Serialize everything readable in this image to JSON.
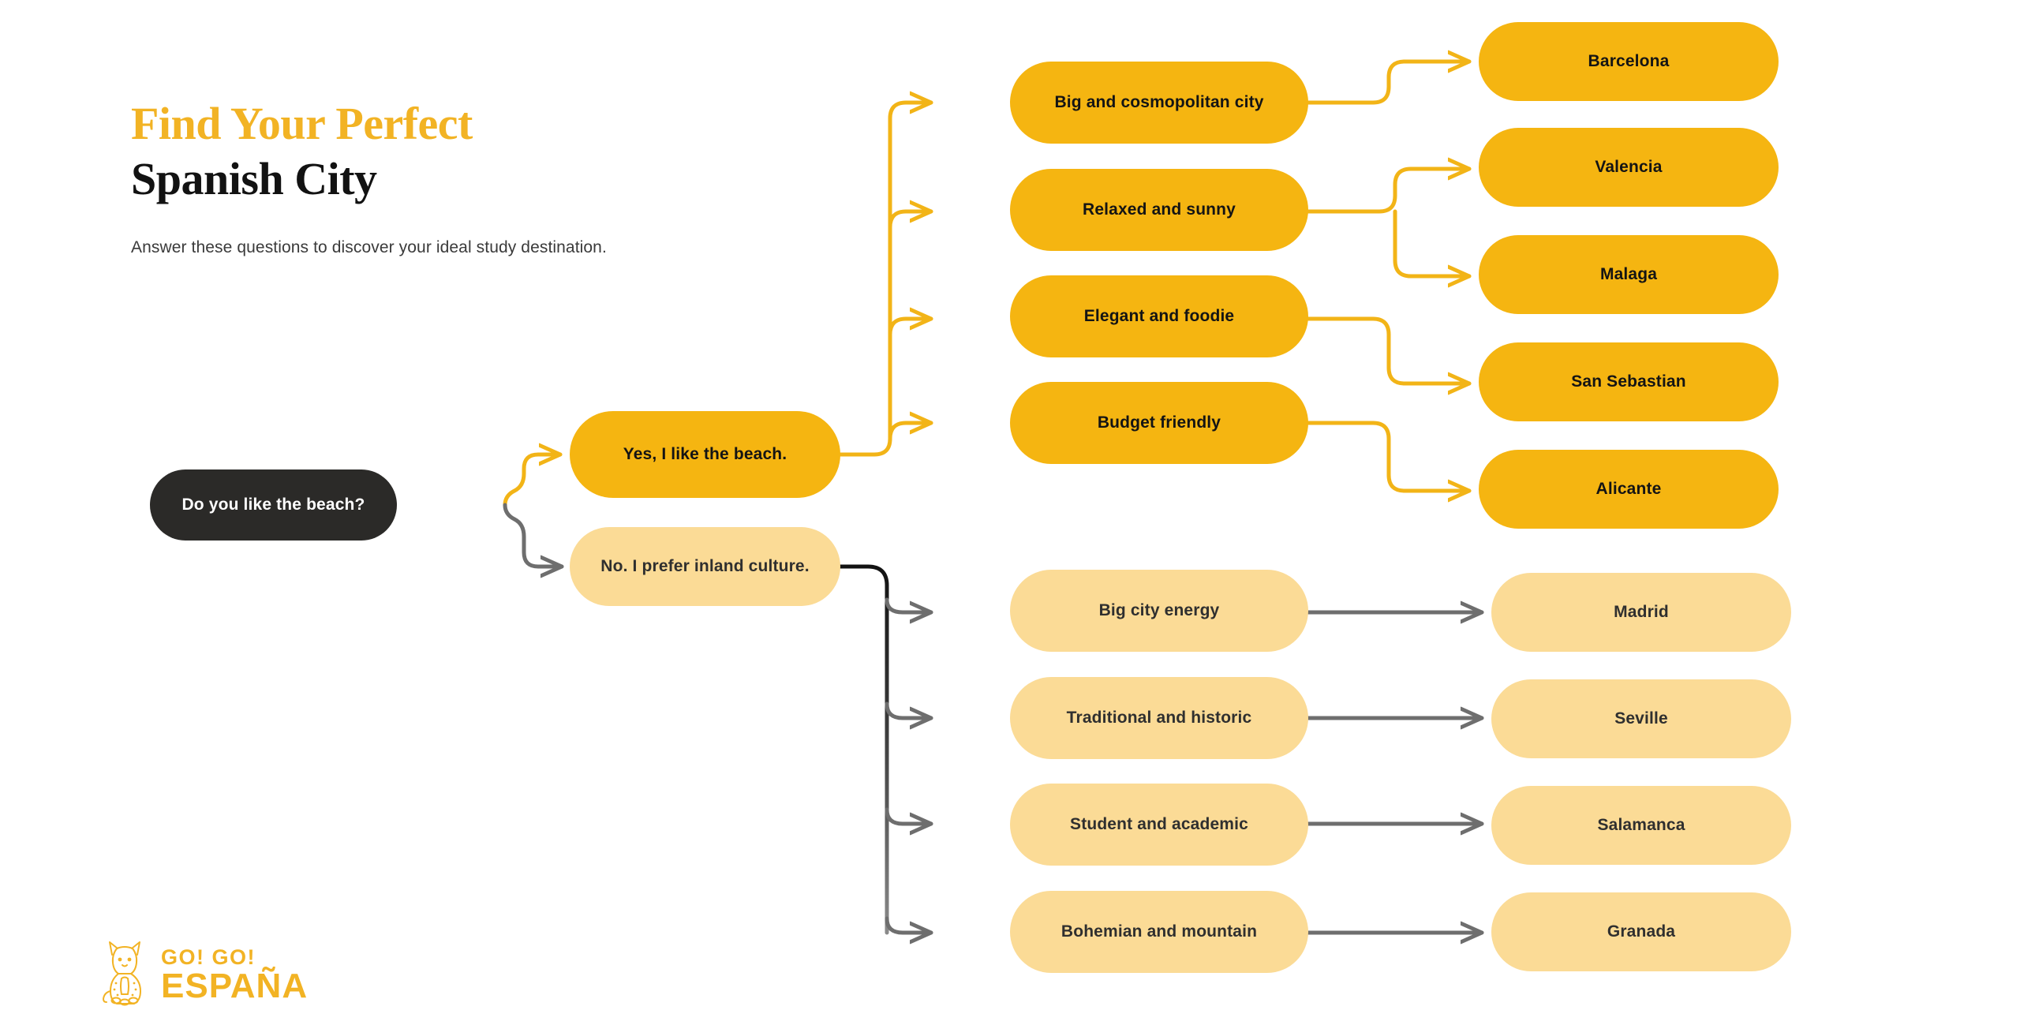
{
  "header": {
    "title_line1": "Find Your Perfect",
    "title_line2": "Spanish City",
    "subtitle": "Answer these questions to discover your ideal study destination."
  },
  "colors": {
    "brand_amber": "#F5B511",
    "title_gold": "#F2B324",
    "peach": "#FBDB96",
    "root_dark": "#2B2A28",
    "wire_amber": "#F2B417",
    "wire_gray": "#6E6E6E",
    "wire_dark": "#141414",
    "text_dark": "#141414",
    "background": "#FFFFFF"
  },
  "flowchart": {
    "type": "decision-tree",
    "root": {
      "id": "root",
      "label": "Do you like the beach?",
      "style": "dark"
    },
    "branches": [
      {
        "id": "branch-beach-yes",
        "label": "Yes, I like the beach.",
        "style": "amber",
        "wire": "amber",
        "options": [
          {
            "id": "opt-big-cosmopolitan",
            "label": "Big and cosmopolitan city",
            "cities": [
              "Barcelona"
            ]
          },
          {
            "id": "opt-relaxed-sunny",
            "label": "Relaxed and sunny",
            "cities": [
              "Valencia",
              "Malaga"
            ]
          },
          {
            "id": "opt-elegant-foodie",
            "label": "Elegant and foodie",
            "cities": [
              "San Sebastian"
            ]
          },
          {
            "id": "opt-budget-friendly",
            "label": "Budget friendly",
            "cities": [
              "Alicante"
            ]
          }
        ]
      },
      {
        "id": "branch-beach-no",
        "label": "No. I prefer inland culture.",
        "style": "peach",
        "wire": "gray",
        "options": [
          {
            "id": "opt-big-city-energy",
            "label": "Big city energy",
            "cities": [
              "Madrid"
            ]
          },
          {
            "id": "opt-traditional-historic",
            "label": "Traditional and historic",
            "cities": [
              "Seville"
            ]
          },
          {
            "id": "opt-student-academic",
            "label": "Student and academic",
            "cities": [
              "Salamanca"
            ]
          },
          {
            "id": "opt-bohemian-mountain",
            "label": "Bohemian and mountain",
            "cities": [
              "Granada"
            ]
          }
        ]
      }
    ],
    "cities_beach": [
      "Barcelona",
      "Valencia",
      "Malaga",
      "San Sebastian",
      "Alicante"
    ],
    "cities_inland": [
      "Madrid",
      "Seville",
      "Salamanca",
      "Granada"
    ]
  },
  "logo": {
    "line1": "GO! GO!",
    "line2": "ESPAÑA",
    "mascot": "lynx-icon"
  }
}
